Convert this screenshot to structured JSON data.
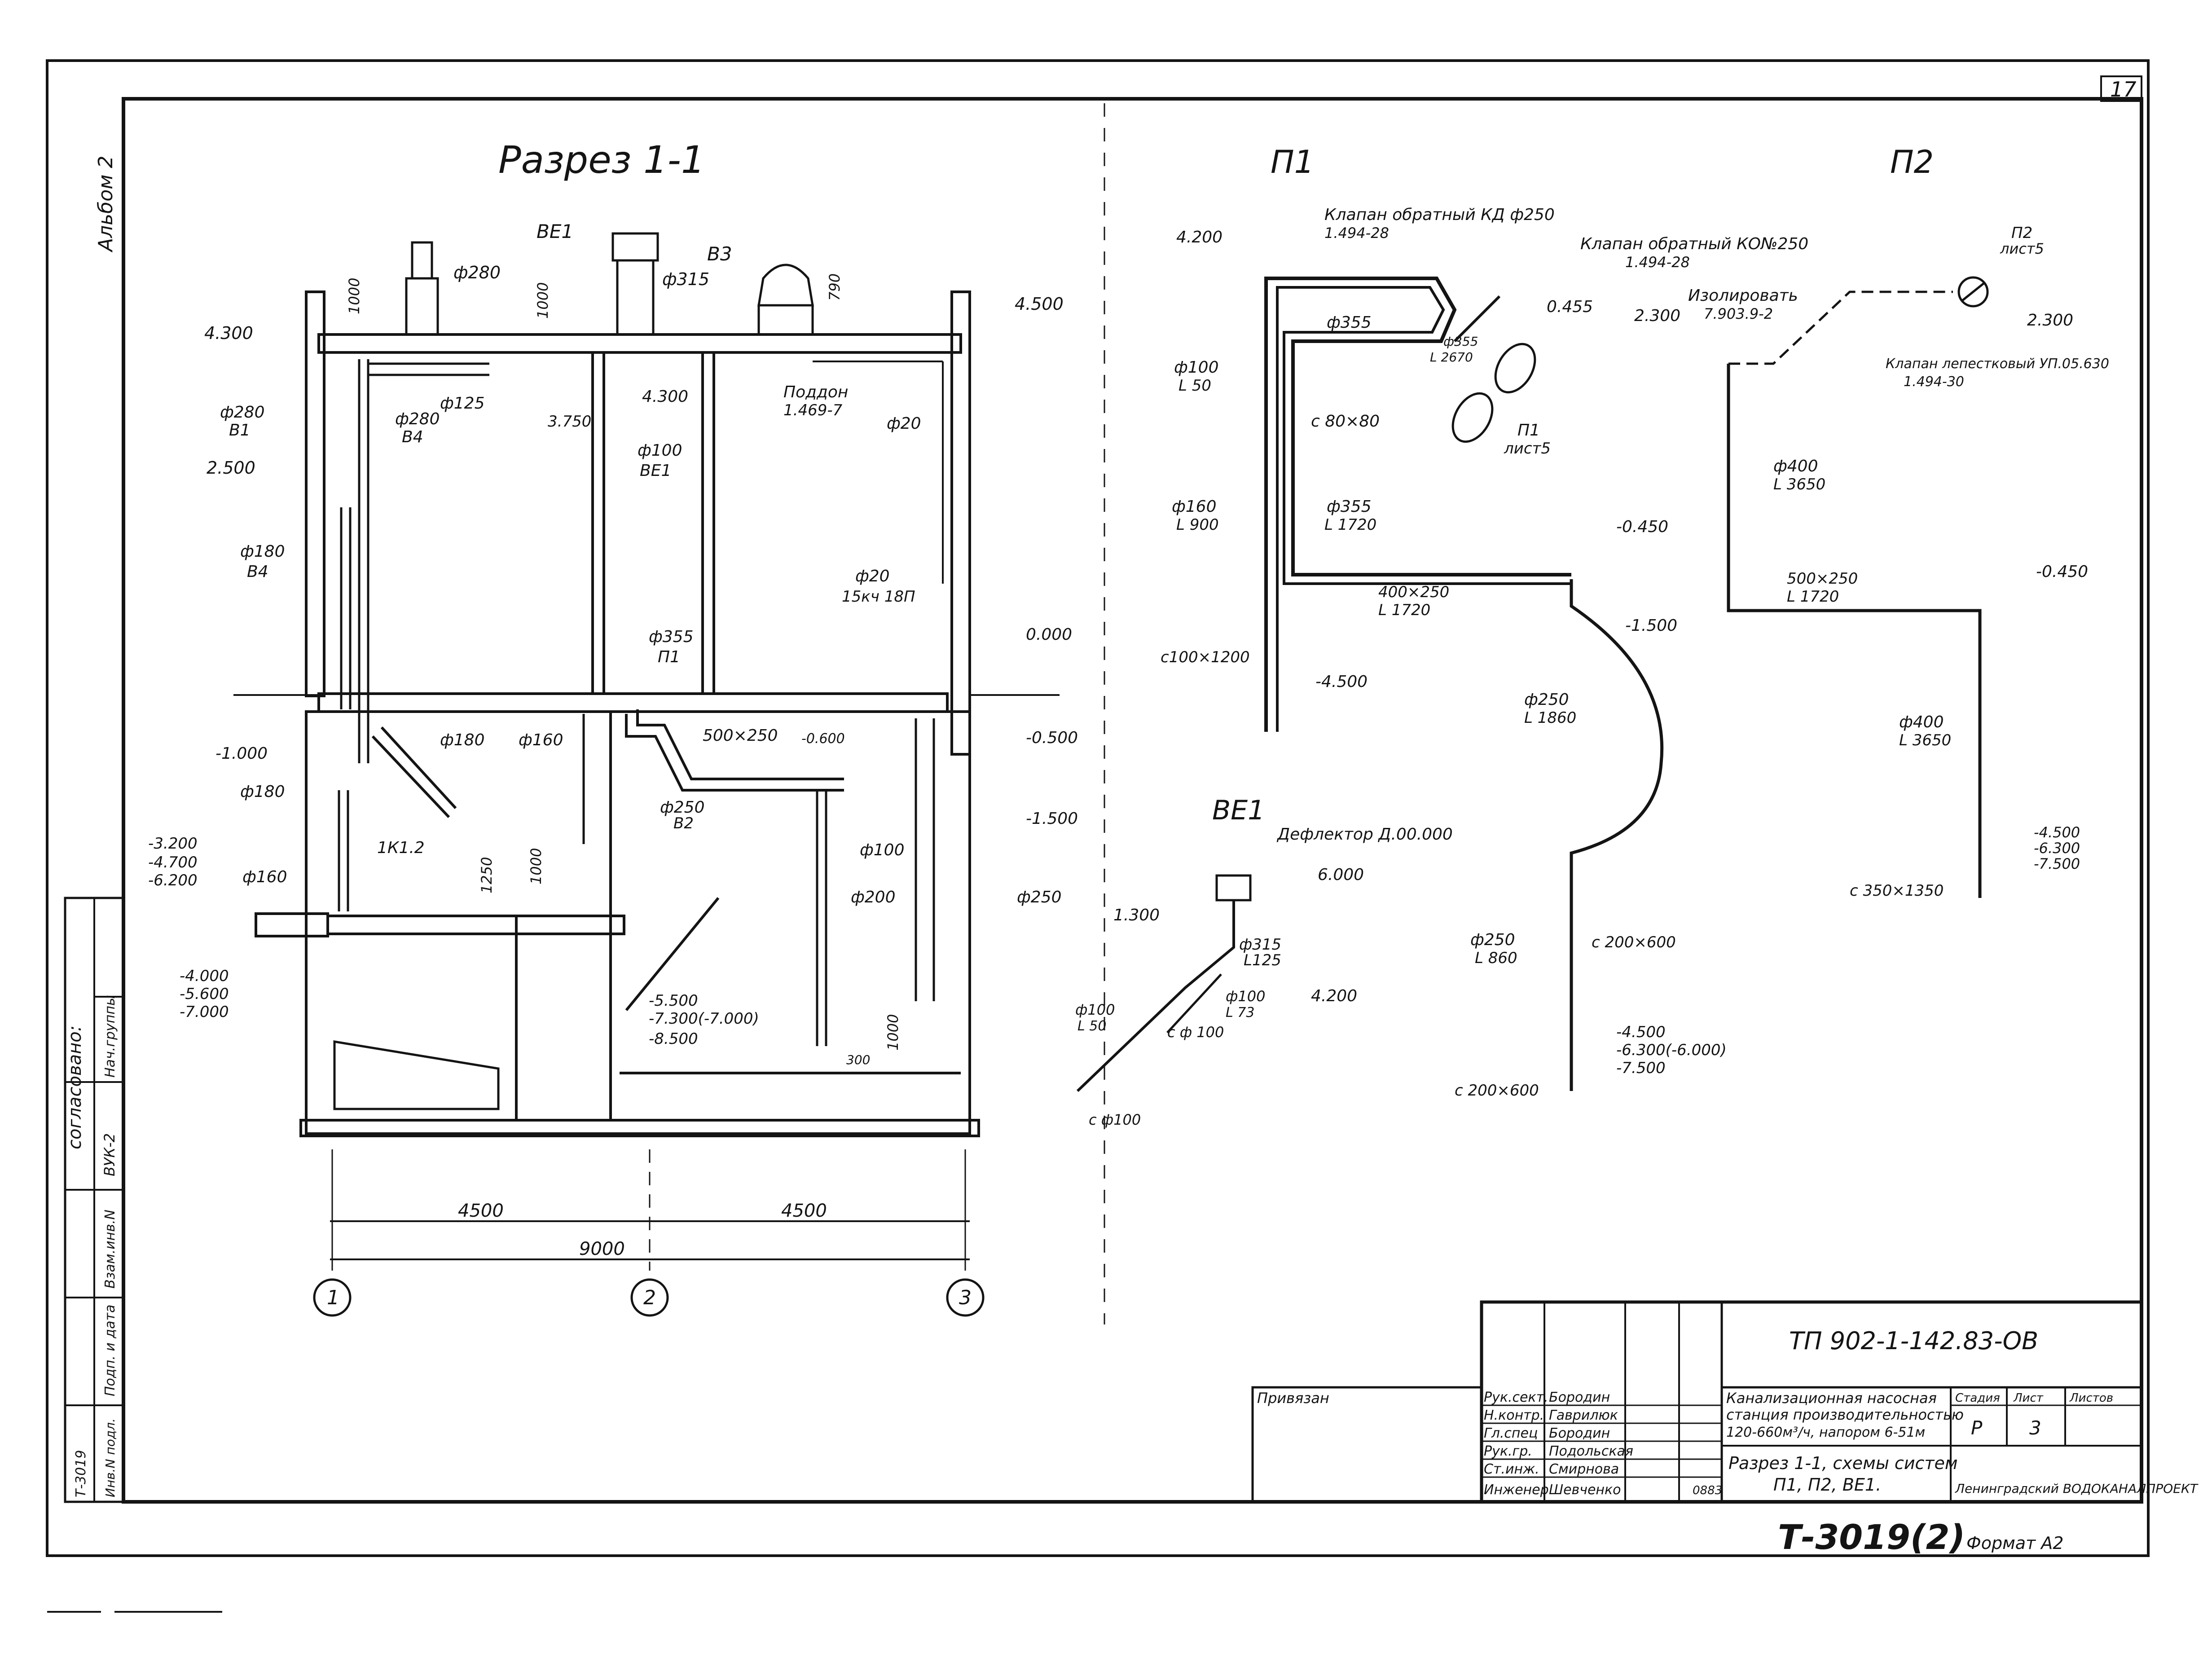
{
  "page_number": "17",
  "section": {
    "title": "Разрез 1-1",
    "album": "Альбом 2",
    "elev_4500": "4.500",
    "elev_4300_left": "4.300",
    "elev_4300_mid": "4.300",
    "elev_3750": "3.750",
    "elev_2500": "2.500",
    "elev_0000": "0.000",
    "elev_m0500": "-0.500",
    "elev_m1000": "-1.000",
    "elev_m1500": "-1.500",
    "elev_m0600": "-0.600",
    "elev_m3200": "-3.200",
    "elev_m4700": "-4.700",
    "elev_m6200": "-6.200",
    "elev_m4000": "-4.000",
    "elev_m5600": "-5.600",
    "elev_m7000": "-7.000",
    "elev_m5500": "-5.500",
    "elev_m7300": "-7.300(-7.000)",
    "elev_m8500": "-8.500",
    "be1": "ВЕ1",
    "v3": "В3",
    "d280_top": "ф280",
    "d315_top": "ф315",
    "h1000_a": "1000",
    "h1000_b": "1000",
    "h790": "790",
    "d125": "ф125",
    "d280_v4": "ф280",
    "v4": "В4",
    "d280_b1": "ф280",
    "b1": "В1",
    "d180_b4": "ф180",
    "b4": "В4",
    "d100_be1": "ф100",
    "be1_b": "ВЕ1",
    "poddon": "Поддон",
    "poddon_ref": "1.469-7",
    "d20_a": "ф20",
    "d20_b": "ф20",
    "valve_20": "15кч 18П",
    "d355": "ф355",
    "p1": "П1",
    "duct_500": "500×250",
    "d250_v2": "ф250",
    "v2": "В2",
    "d100_low": "ф100",
    "d180_mid": "ф180",
    "d160_mid": "ф160",
    "k12": "1К1.2",
    "d180_low": "ф180",
    "d160_low": "ф160",
    "h1250": "1250",
    "h1000_c": "1000",
    "d200": "ф200",
    "d250_right": "ф250",
    "h1000_d": "1000",
    "h300": "300",
    "dim_4500_a": "4500",
    "dim_4500_b": "4500",
    "dim_9000": "9000",
    "axis_1": "1",
    "axis_2": "2",
    "axis_3": "3"
  },
  "p1_scheme": {
    "title": "П1",
    "valve_kd": "Клапан обратный КД ф250",
    "valve_kd_ref": "1.494-28",
    "valve_ko": "Клапан обратный КО№250",
    "valve_ko_ref": "1.494-28",
    "elev_4200": "4.200",
    "d355_a": "ф355",
    "l2670": "L 2670",
    "d355_b": "ф355",
    "l1720_a": "L 1720",
    "d100": "ф100",
    "l50": "L 50",
    "c80": "с 80×80",
    "d160": "ф160",
    "l900": "L 900",
    "duct_400": "400×250",
    "l1720_b": "L 1720",
    "elev_m0450": "-0.450",
    "elev_m1500": "-1.500",
    "elev_m4500": "-4.500",
    "c100": "с100×1200",
    "m0455": "0.455",
    "p1_label": "П1",
    "list5": "лист5",
    "d250_a": "ф250",
    "l1860": "L 1860",
    "d250_b": "ф250",
    "l860": "L 860",
    "c200_a": "с 200×600",
    "c200_b": "с 200×600",
    "elev_m4500_b": "-4.500",
    "elev_m6300": "-6.300(-6.000)",
    "elev_m7500": "-7.500"
  },
  "p2_scheme": {
    "title": "П2",
    "izolir": "Изолировать",
    "izolir_ref": "7.903.9-2",
    "elev_2300_left": "2.300",
    "elev_2300_right": "2.300",
    "p2_label": "П2",
    "list5": "лист5",
    "valve_lep": "Клапан лепестковый УП.05.630",
    "valve_lep_ref": "1.494-30",
    "d400_a": "ф400",
    "l3650_a": "L 3650",
    "duct_500": "500×250",
    "l1720": "L 1720",
    "elev_m0450": "-0.450",
    "d400_b": "ф400",
    "l3650_b": "L 3650",
    "elev_m4500": "-4.500",
    "elev_m6300": "-6.300",
    "elev_m7500": "-7.500",
    "c350": "с 350×1350"
  },
  "be1_scheme": {
    "title": "ВЕ1",
    "deflector": "Дефлектор Д.00.000",
    "elev_6000": "6.000",
    "elev_1300": "1.300",
    "elev_4200": "4.200",
    "d315": "ф315",
    "l125": "L125",
    "d100_a": "ф100",
    "l73": "L 73",
    "c100_a": "с ф 100",
    "d100_b": "ф100",
    "l50": "L 50",
    "c100_b": "с ф100"
  },
  "side_stamp": {
    "soglasovano": "согласовано:",
    "nach": "Нач.группы",
    "vuk": "ВУК-2",
    "vzam": "Взам.инв.N",
    "podp": "Подп. и дата",
    "inv": "Инв.N подл.",
    "t3019": "Т-3019"
  },
  "title_block": {
    "code": "ТП 902-1-142.83-ОВ",
    "privyazan": "Привязан",
    "rows": [
      {
        "role": "Рук.сект.",
        "name": "Бородин"
      },
      {
        "role": "Н.контр.",
        "name": "Гаврилюк"
      },
      {
        "role": "Гл.спец",
        "name": "Бородин"
      },
      {
        "role": "Рук.гр.",
        "name": "Подольская"
      },
      {
        "role": "Ст.инж.",
        "name": "Смирнова"
      },
      {
        "role": "Инженер",
        "name": "Шевченко"
      }
    ],
    "desc_1": "Канализационная насосная",
    "desc_2": "станция производительностью",
    "desc_3": "120-660м³/ч, напором 6-51м",
    "stage_h": "Стадия",
    "sheet_h": "Лист",
    "sheets_h": "Листов",
    "stage": "Р",
    "sheet": "3",
    "sheet_title_1": "Разрез 1-1, схемы систем",
    "sheet_title_2": "П1, П2, ВЕ1.",
    "org": "Ленинградский ВОДОКАНАЛПРОЕКТ",
    "date_code": "0883"
  },
  "inventory": "Т-3019(2)",
  "format": "Формат А2"
}
